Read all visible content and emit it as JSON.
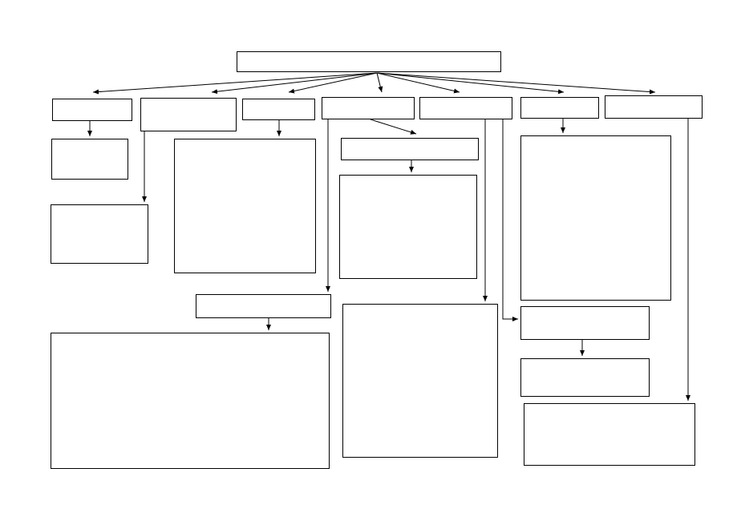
{
  "diagram": {
    "type": "flowchart",
    "style": {
      "background": "#ffffff",
      "box_stroke": "#000000",
      "arrow_color": "#000000"
    },
    "nodes": [
      {
        "id": "root",
        "label": ""
      },
      {
        "id": "c1",
        "label": ""
      },
      {
        "id": "c2",
        "label": ""
      },
      {
        "id": "c3",
        "label": ""
      },
      {
        "id": "c4",
        "label": ""
      },
      {
        "id": "c5",
        "label": ""
      },
      {
        "id": "c6",
        "label": ""
      },
      {
        "id": "c7",
        "label": ""
      },
      {
        "id": "c1a",
        "label": ""
      },
      {
        "id": "c2a",
        "label": ""
      },
      {
        "id": "c3a",
        "label": ""
      },
      {
        "id": "c4a",
        "label": ""
      },
      {
        "id": "c4b",
        "label": ""
      },
      {
        "id": "c4c",
        "label": ""
      },
      {
        "id": "c4d",
        "label": ""
      },
      {
        "id": "c5a",
        "label": ""
      },
      {
        "id": "c6a",
        "label": ""
      },
      {
        "id": "c5b",
        "label": ""
      },
      {
        "id": "c5c",
        "label": ""
      },
      {
        "id": "c7a",
        "label": ""
      }
    ],
    "edges": [
      {
        "from": "root",
        "to": "c1"
      },
      {
        "from": "root",
        "to": "c2"
      },
      {
        "from": "root",
        "to": "c3"
      },
      {
        "from": "root",
        "to": "c4"
      },
      {
        "from": "root",
        "to": "c5"
      },
      {
        "from": "root",
        "to": "c6"
      },
      {
        "from": "root",
        "to": "c7"
      },
      {
        "from": "c1",
        "to": "c1a"
      },
      {
        "from": "c2",
        "to": "c2a"
      },
      {
        "from": "c3",
        "to": "c3a"
      },
      {
        "from": "c4",
        "to": "c4a"
      },
      {
        "from": "c4a",
        "to": "c4b"
      },
      {
        "from": "c4",
        "to": "c4c"
      },
      {
        "from": "c4c",
        "to": "c4d"
      },
      {
        "from": "c5",
        "to": "c5a"
      },
      {
        "from": "c5",
        "to": "c5b"
      },
      {
        "from": "c5b",
        "to": "c5c"
      },
      {
        "from": "c6",
        "to": "c6a"
      },
      {
        "from": "c7",
        "to": "c7a"
      }
    ]
  }
}
